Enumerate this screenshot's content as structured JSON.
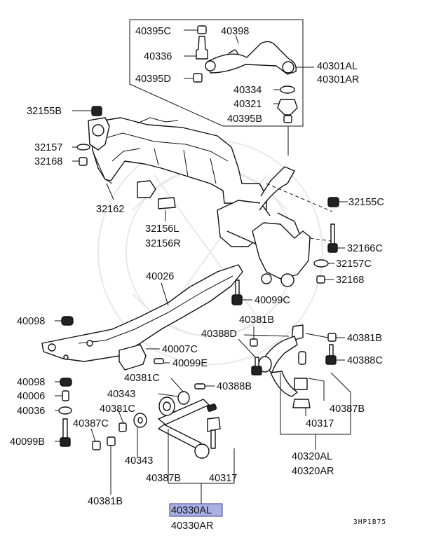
{
  "labels": {
    "p40395C": "40395C",
    "p40398": "40398",
    "p40336": "40336",
    "p40301AL": "40301AL",
    "p40301AR": "40301AR",
    "p40395D": "40395D",
    "p40334": "40334",
    "p40321": "40321",
    "p40395B": "40395B",
    "p32155B": "32155B",
    "p32157": "32157",
    "p32168a": "32168",
    "p32162": "32162",
    "p32156L": "32156L",
    "p32156R": "32156R",
    "p32155C": "32155C",
    "p32166C": "32166C",
    "p32157C": "32157C",
    "p32168b": "32168",
    "p40026": "40026",
    "p40099C": "40099C",
    "p40098a": "40098",
    "p40381Ba": "40381B",
    "p40388D": "40388D",
    "p40381Bb": "40381B",
    "p40007C": "40007C",
    "p40099E": "40099E",
    "p40388C": "40388C",
    "p40098b": "40098",
    "p40381Ca": "40381C",
    "p40388B": "40388B",
    "p40006": "40006",
    "p40343a": "40343",
    "p40036": "40036",
    "p40381Cb": "40381C",
    "p40387Ba": "40387B",
    "p40387C": "40387C",
    "p40317a": "40317",
    "p40099B": "40099B",
    "p40343b": "40343",
    "p40320AL": "40320AL",
    "p40320AR": "40320AR",
    "p40387Bb": "40387B",
    "p40317b": "40317",
    "p40381Bc": "40381B",
    "p40330AL": "40330AL",
    "p40330AR": "40330AR"
  },
  "diagram_code": "3HP1B75",
  "colors": {
    "highlight": "#a9b0e6",
    "ink": "#111111"
  }
}
